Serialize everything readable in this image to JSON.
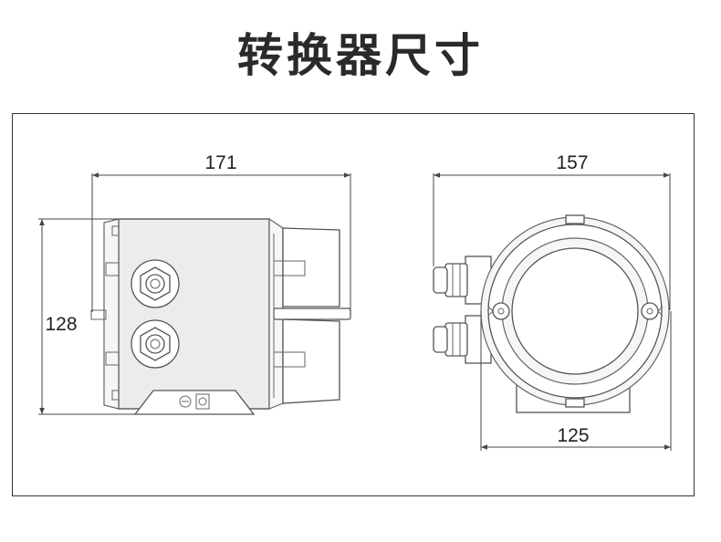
{
  "title": "转换器尺寸",
  "dimensions": {
    "side_width": "171",
    "side_height": "128",
    "front_width": "157",
    "front_base_width": "125"
  }
}
